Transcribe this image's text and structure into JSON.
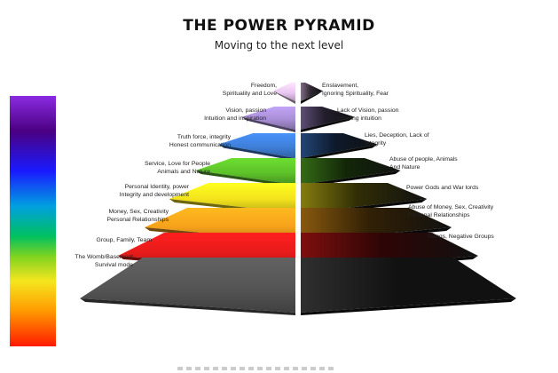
{
  "header": {
    "title": "THE POWER PYRAMID",
    "subtitle": "Moving to the next level"
  },
  "colors": {
    "spectrum": [
      "#8a2be2",
      "#1a1aff",
      "#00a0e0",
      "#00c060",
      "#f5e61e",
      "#ff9900",
      "#ff1a00"
    ],
    "right_side_base": "#111111"
  },
  "levels": [
    {
      "color": "#e8c7f0",
      "left": [
        "Freedom,",
        "Spirituality and Love"
      ],
      "right": [
        "Enslavement,",
        "Ignoring Spirituality, Fear"
      ]
    },
    {
      "color": "#a98fd6",
      "left": [
        "Vision, passion",
        "Intuition and inspiration"
      ],
      "right": [
        "Lack of Vision, passion",
        "Ignoring intuition"
      ]
    },
    {
      "color": "#3f7fd9",
      "left": [
        "Truth force, integrity",
        "Honest communication"
      ],
      "right": [
        "Lies, Deception, Lack of",
        "Integrity"
      ]
    },
    {
      "color": "#5ec22a",
      "left": [
        "Service, Love for People",
        "Animals and Nature"
      ],
      "right": [
        "Abuse of people, Animals",
        "And Nature"
      ]
    },
    {
      "color": "#f2e21c",
      "left": [
        "Personal Identity, power",
        "Integrity and development"
      ],
      "right": [
        "Power Gods and War lords"
      ]
    },
    {
      "color": "#f7a21b",
      "left": [
        "Money, Sex, Creativity",
        "Personal Relationships"
      ],
      "right": [
        "Abuse of Money, Sex, Creativity",
        "Personal Relationships"
      ]
    },
    {
      "color": "#e61b1b",
      "left": [
        "Group, Family, Team"
      ],
      "right": [
        "Gangs, Negative Groups"
      ]
    },
    {
      "color": "#555555",
      "left": [
        "The Womb/Basement",
        "Survival mode"
      ],
      "right": []
    }
  ]
}
